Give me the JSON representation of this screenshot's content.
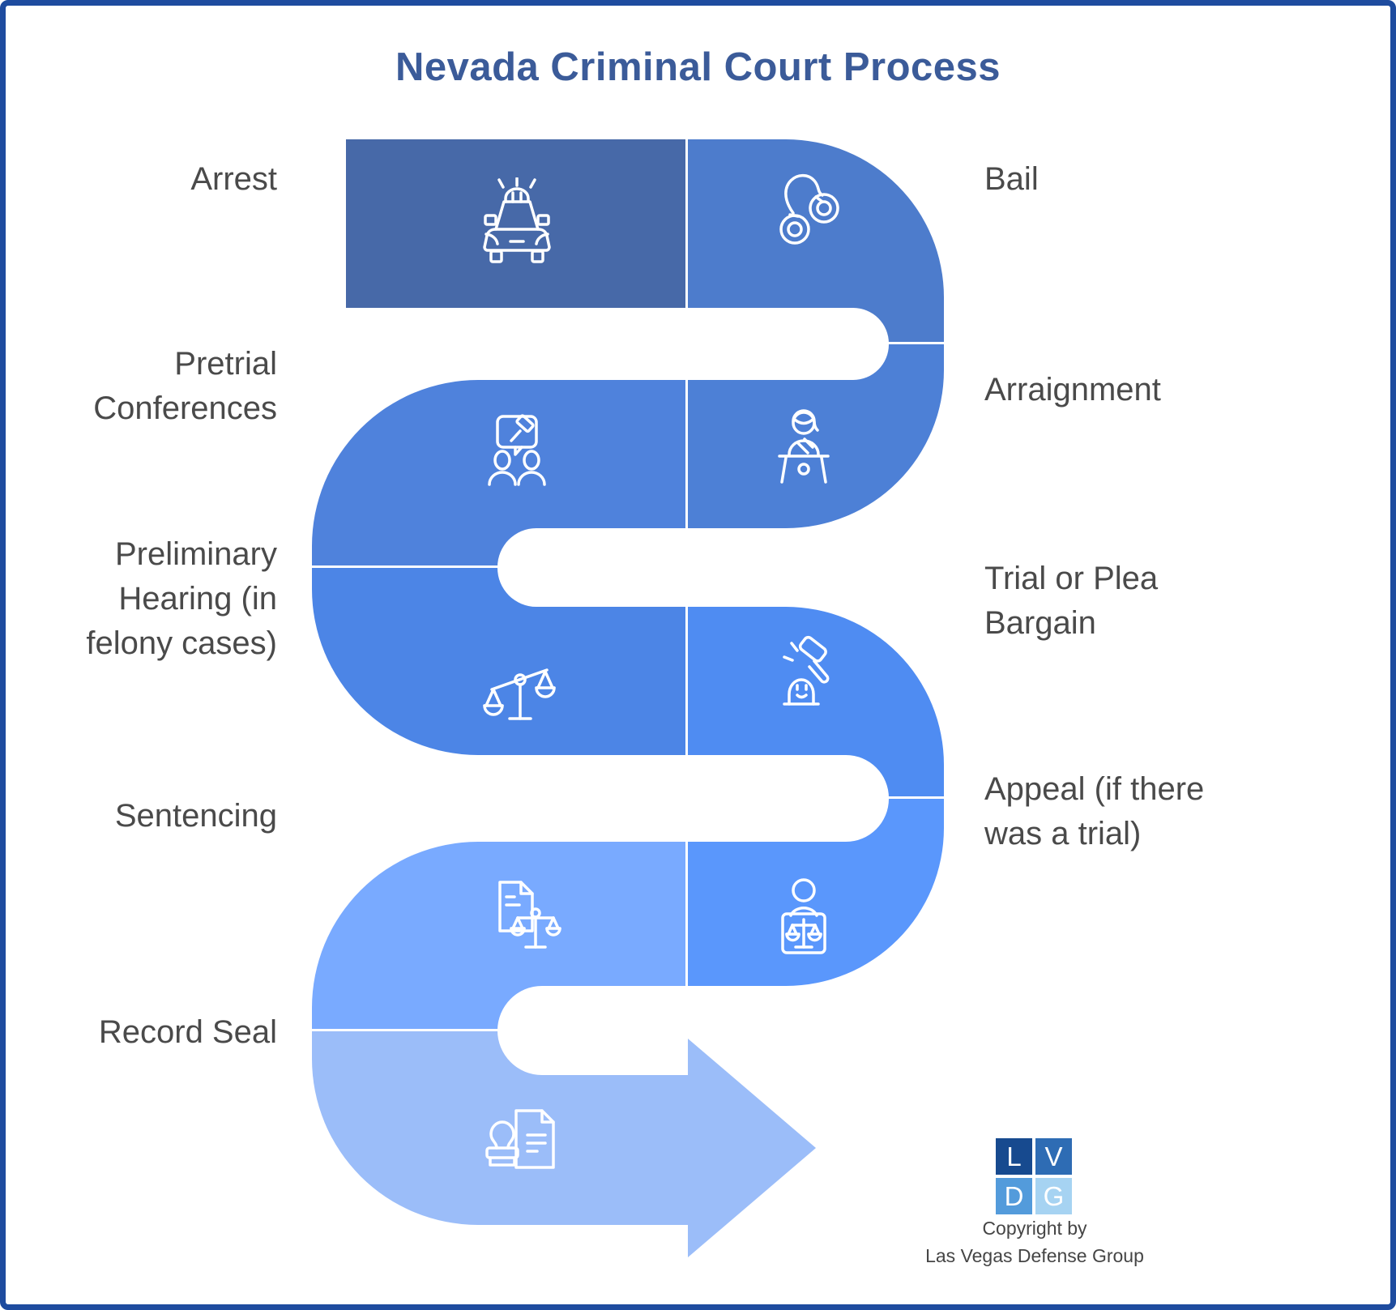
{
  "title": "Nevada Criminal Court Process",
  "steps": [
    {
      "label_lines": [
        "Arrest"
      ],
      "icon": "police-car",
      "color": "#4769A8",
      "side": "left"
    },
    {
      "label_lines": [
        "Bail"
      ],
      "icon": "handcuffs",
      "color": "#4D7CCC",
      "side": "right"
    },
    {
      "label_lines": [
        "Arraignment"
      ],
      "icon": "speaker-podium",
      "color": "#4D80D6",
      "side": "right"
    },
    {
      "label_lines": [
        "Pretrial",
        "Conferences"
      ],
      "icon": "discussion-gavel",
      "color": "#4F82DC",
      "side": "left"
    },
    {
      "label_lines": [
        "Preliminary",
        "Hearing (in",
        "felony cases)"
      ],
      "icon": "balance-scales",
      "color": "#4C85E6",
      "side": "left"
    },
    {
      "label_lines": [
        "Trial or Plea",
        "Bargain"
      ],
      "icon": "gavel-strike",
      "color": "#4F8CF2",
      "side": "right"
    },
    {
      "label_lines": [
        "Appeal (if there",
        "was a trial)"
      ],
      "icon": "person-scales",
      "color": "#5A97FC",
      "side": "right"
    },
    {
      "label_lines": [
        "Sentencing"
      ],
      "icon": "document-scales",
      "color": "#79AAFF",
      "side": "left"
    },
    {
      "label_lines": [
        "Record Seal"
      ],
      "icon": "stamp-document",
      "color": "#9BBDF9",
      "side": "left"
    }
  ],
  "arrow_color": "#9BBDF9",
  "colors": {
    "title": "#3B5B99",
    "label": "#4A4A4A",
    "border": "#1E4C9F",
    "divider": "#FFFFFF"
  },
  "footer": {
    "logo_letters": [
      "L",
      "V",
      "D",
      "G"
    ],
    "logo_colors": [
      "#174A8F",
      "#2E6CB4",
      "#539BDB",
      "#A6D3F2"
    ],
    "copyright_lines": [
      "Copyright by",
      "Las Vegas Defense Group"
    ]
  }
}
